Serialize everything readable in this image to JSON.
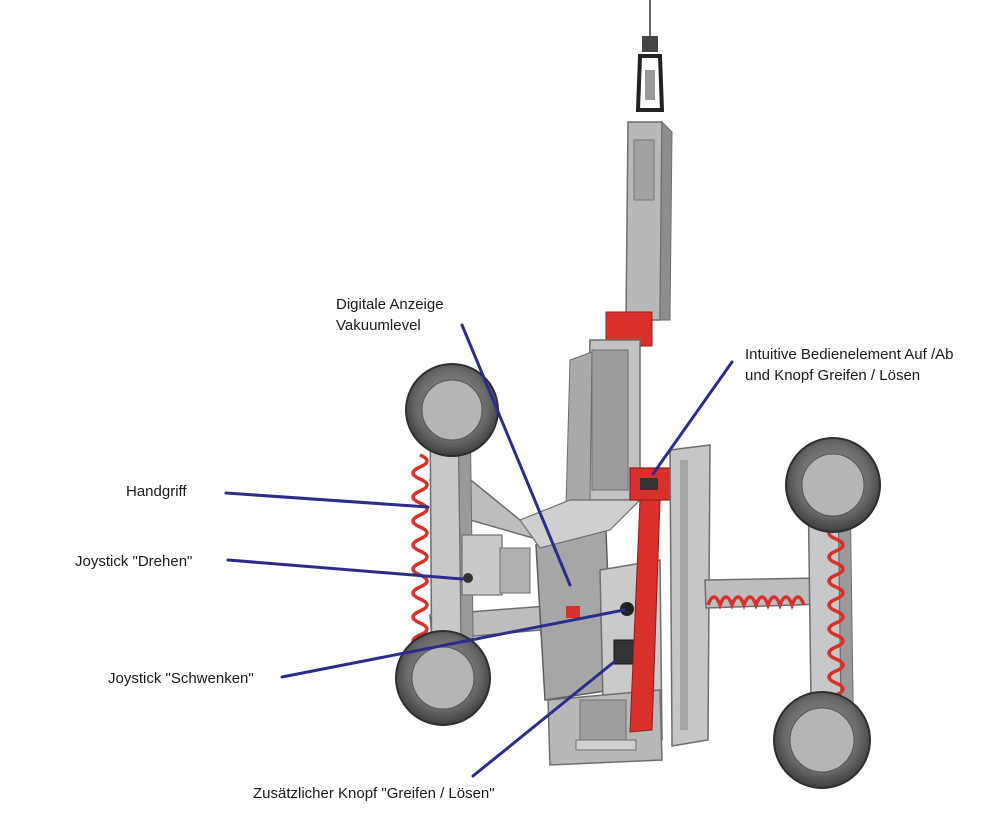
{
  "labels": {
    "digital_display_line1": "Digitale Anzeige",
    "digital_display_line2": "Vakuumlevel",
    "controls_line1": "Intuitive Bedienelement Auf /Ab",
    "controls_line2": "und Knopf Greifen / Lösen",
    "handle": "Handgriff",
    "joystick_rotate": "Joystick \"Drehen\"",
    "joystick_swivel": "Joystick \"Schwenken\"",
    "extra_button": "Zusätzlicher Knopf \"Greifen / Lösen\""
  },
  "colors": {
    "leader_line": "#2b2d8c",
    "frame_grey": "#b9b9b9",
    "frame_dark": "#6e6e6e",
    "accent_red": "#d9302c",
    "pad_dark": "#4a4a4a"
  }
}
